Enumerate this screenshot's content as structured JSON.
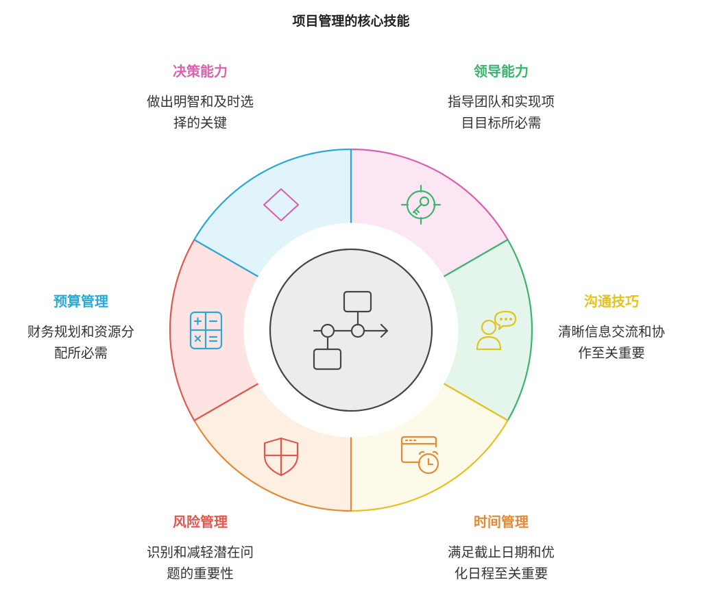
{
  "title": "项目管理的核心技能",
  "center_icon": "workflow-icon",
  "segments": [
    {
      "id": "decision",
      "title": "决策能力",
      "line1": "做出明智和及时选",
      "line2": "择的关键",
      "color": "#dd5fae",
      "fill": "#fce6f4",
      "icon": "diamond-icon"
    },
    {
      "id": "leadership",
      "title": "领导能力",
      "line1": "指导团队和实现项",
      "line2": "目目标所必需",
      "color": "#37b66b",
      "fill": "#e4f6eb",
      "icon": "target-key-icon"
    },
    {
      "id": "communication",
      "title": "沟通技巧",
      "line1": "清晰信息交流和协",
      "line2": "作至关重要",
      "color": "#e6c21c",
      "fill": "#fdfaea",
      "icon": "chat-person-icon"
    },
    {
      "id": "time",
      "title": "时间管理",
      "line1": "满足截止日期和优",
      "line2": "化日程至关重要",
      "color": "#e48a37",
      "fill": "#fdf0e3",
      "icon": "calendar-clock-icon"
    },
    {
      "id": "risk",
      "title": "风险管理",
      "line1": "识别和减轻潜在问",
      "line2": "题的重要性",
      "color": "#e3564e",
      "fill": "#fde4e3",
      "icon": "shield-icon"
    },
    {
      "id": "budget",
      "title": "预算管理",
      "line1": "财务规划和资源分",
      "line2": "配所必需",
      "color": "#2aa8d8",
      "fill": "#e1f4fb",
      "icon": "calculator-icon"
    }
  ]
}
